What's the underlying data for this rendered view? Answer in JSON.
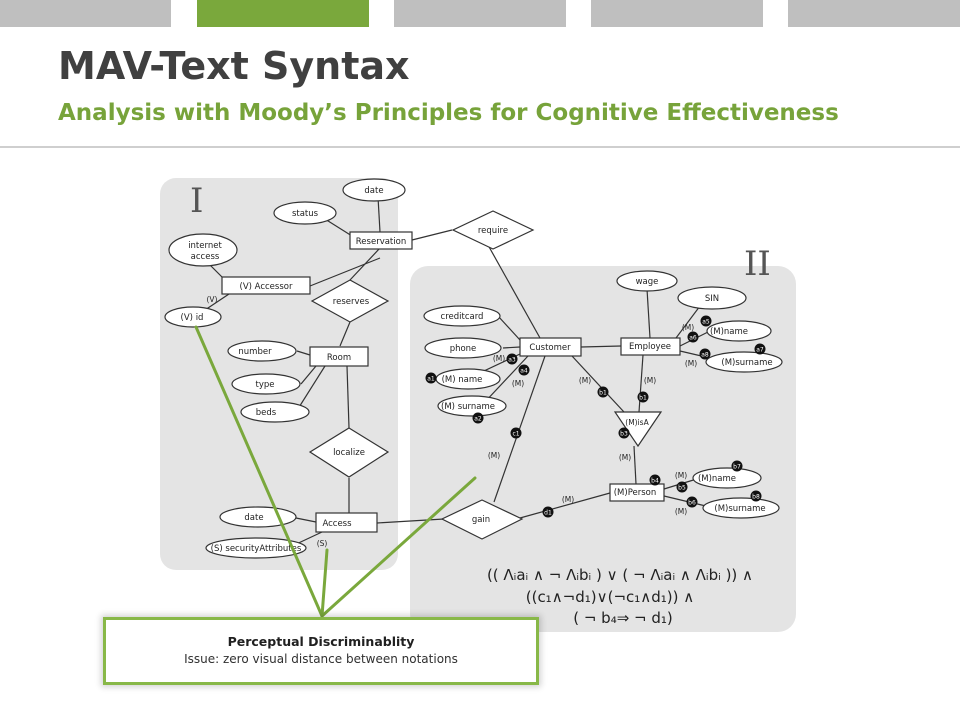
{
  "header": {
    "title": "MAV-Text Syntax",
    "subtitle": "Analysis with Moody’s Principles for Cognitive Effectiveness"
  },
  "colors": {
    "accent": "#7aa83c",
    "bar_gray": "#bfbfbf",
    "region": "#e4e4e4"
  },
  "regions": {
    "one": "I",
    "two": "II"
  },
  "nodes": {
    "date_top": "date",
    "status": "status",
    "reservation": "Reservation",
    "require": "require",
    "internet_access_1": "internet",
    "internet_access_2": "access",
    "accessor": "(V) Accessor",
    "v_id": "(V) id",
    "reserves": "reserves",
    "number": "number",
    "room": "Room",
    "type": "type",
    "beds": "beds",
    "localize": "localize",
    "date_bottom": "date",
    "access": "Access",
    "security": "(S) securityAttributes",
    "gain": "gain",
    "wage": "wage",
    "sin": "SIN",
    "creditcard": "creditcard",
    "phone": "phone",
    "customer": "Customer",
    "employee": "Employee",
    "cust_name": "(M) name",
    "cust_surname": "(M) surname",
    "emp_name": "(M)name",
    "emp_surname": "(M)surname",
    "isa": "(M)isA",
    "person": "(M)Person",
    "person_name": "(M)name",
    "person_surname": "(M)surname"
  },
  "edge_labels": {
    "v": "(V)",
    "s": "(S)",
    "m": "(M)"
  },
  "badges": {
    "a1": "a1",
    "a2": "a2",
    "a3": "a3",
    "a4": "a4",
    "a5": "a5",
    "a6": "a6",
    "a7": "a7",
    "a8": "a8",
    "b1": "b1",
    "b2": "b1",
    "b3": "b3",
    "b4": "b4",
    "b5": "b5",
    "b6": "b6",
    "b7": "b7",
    "b8": "b8",
    "c1": "c1",
    "d1": "d1"
  },
  "formula": {
    "line1": "((  Λᵢaᵢ ∧ ¬ Λᵢbᵢ ) ∨ ( ¬ Λᵢaᵢ ∧  Λᵢbᵢ )) ∧",
    "line2": "((c₁∧¬d₁)∨(¬c₁∧d₁)) ∧",
    "line3": "( ¬ b₄⇒ ¬ d₁)"
  },
  "callout": {
    "heading": "Perceptual Discriminablity",
    "body": "Issue: zero visual distance between notations"
  }
}
